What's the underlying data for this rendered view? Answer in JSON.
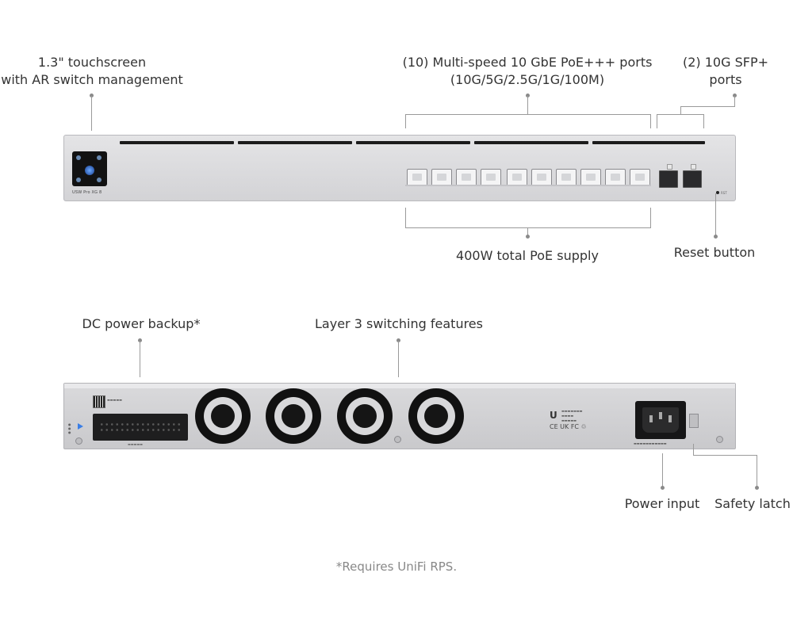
{
  "front": {
    "touchscreen_label_1": "1.3\" touchscreen",
    "touchscreen_label_2": "with AR switch management",
    "ports_label_1": "(10) Multi-speed 10 GbE PoE+++ ports",
    "ports_label_2": "(10G/5G/2.5G/1G/100M)",
    "sfp_label_1": "(2) 10G SFP+",
    "sfp_label_2": "ports",
    "poe_label": "400W total PoE supply",
    "reset_label": "Reset button",
    "model_tag": "USW Pro XG 8",
    "reset_tag": "RST"
  },
  "back": {
    "dc_label": "DC power backup*",
    "layer3_label": "Layer 3 switching features",
    "power_label": "Power input",
    "latch_label": "Safety latch",
    "logo": "U",
    "marks": "CE UK FC ♲"
  },
  "footnote": "*Requires UniFi RPS.",
  "colors": {
    "chassis": "#d8d8db",
    "vent": "#1b1b1b",
    "fan": "#111111",
    "led_blue": "#3a7ee6",
    "leader_line": "#9a9a9a"
  }
}
